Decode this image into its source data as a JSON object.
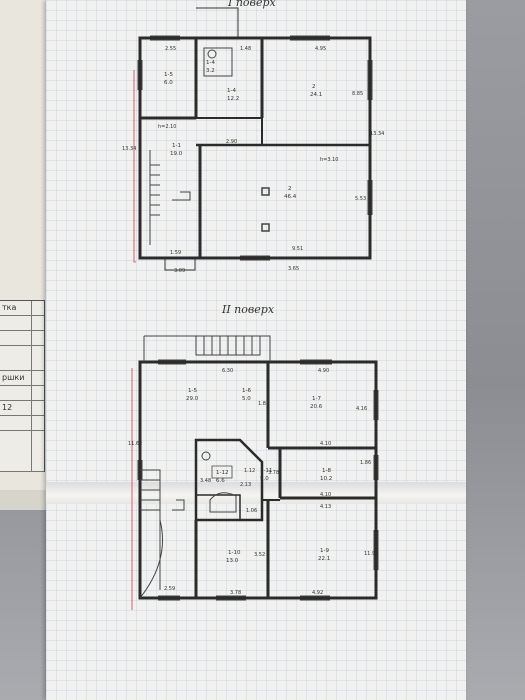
{
  "side_sheet": {
    "table_rows": [
      "тка",
      "",
      "",
      "",
      "ршки",
      "",
      "12",
      "",
      ""
    ]
  },
  "plan": {
    "floor1": {
      "title": "I поверх",
      "rooms": [
        {
          "num": "1-5",
          "area": "6.0"
        },
        {
          "num": "1-4",
          "area": "3.2"
        },
        {
          "num": "1-4",
          "area": "12.2"
        },
        {
          "num": "2",
          "area": "24.1"
        },
        {
          "num": "1-1",
          "area": "19.0"
        },
        {
          "num": "2",
          "area": "46.4"
        }
      ],
      "dimensions": [
        "2.55",
        "1.48",
        "4.95",
        "8.85",
        "13.34",
        "13.34",
        "2.90",
        "h=2.10",
        "h=3.10",
        "5.53",
        "1.59",
        "9.51",
        "3.09",
        "3.65"
      ]
    },
    "floor2": {
      "title": "II поверх",
      "rooms": [
        {
          "num": "1-5",
          "area": "29.0"
        },
        {
          "num": "1-6",
          "area": "5.0"
        },
        {
          "num": "1-7",
          "area": "20.6"
        },
        {
          "num": "1-12",
          "area": "6.6"
        },
        {
          "num": "1-11",
          "area": "9.0"
        },
        {
          "num": "1-8",
          "area": "10.2"
        },
        {
          "num": "1-10",
          "area": "13.0"
        },
        {
          "num": "1-9",
          "area": "22.1"
        }
      ],
      "dimensions": [
        "6.30",
        "4.90",
        "1.83",
        "4.16",
        "4.10",
        "11.62",
        "3.48",
        "1.12",
        "2.13",
        "3.78",
        "4.10",
        "4.13",
        "1.06",
        "3.52",
        "11.90",
        "2.59",
        "3.78",
        "4.92",
        "1.86"
      ]
    }
  }
}
